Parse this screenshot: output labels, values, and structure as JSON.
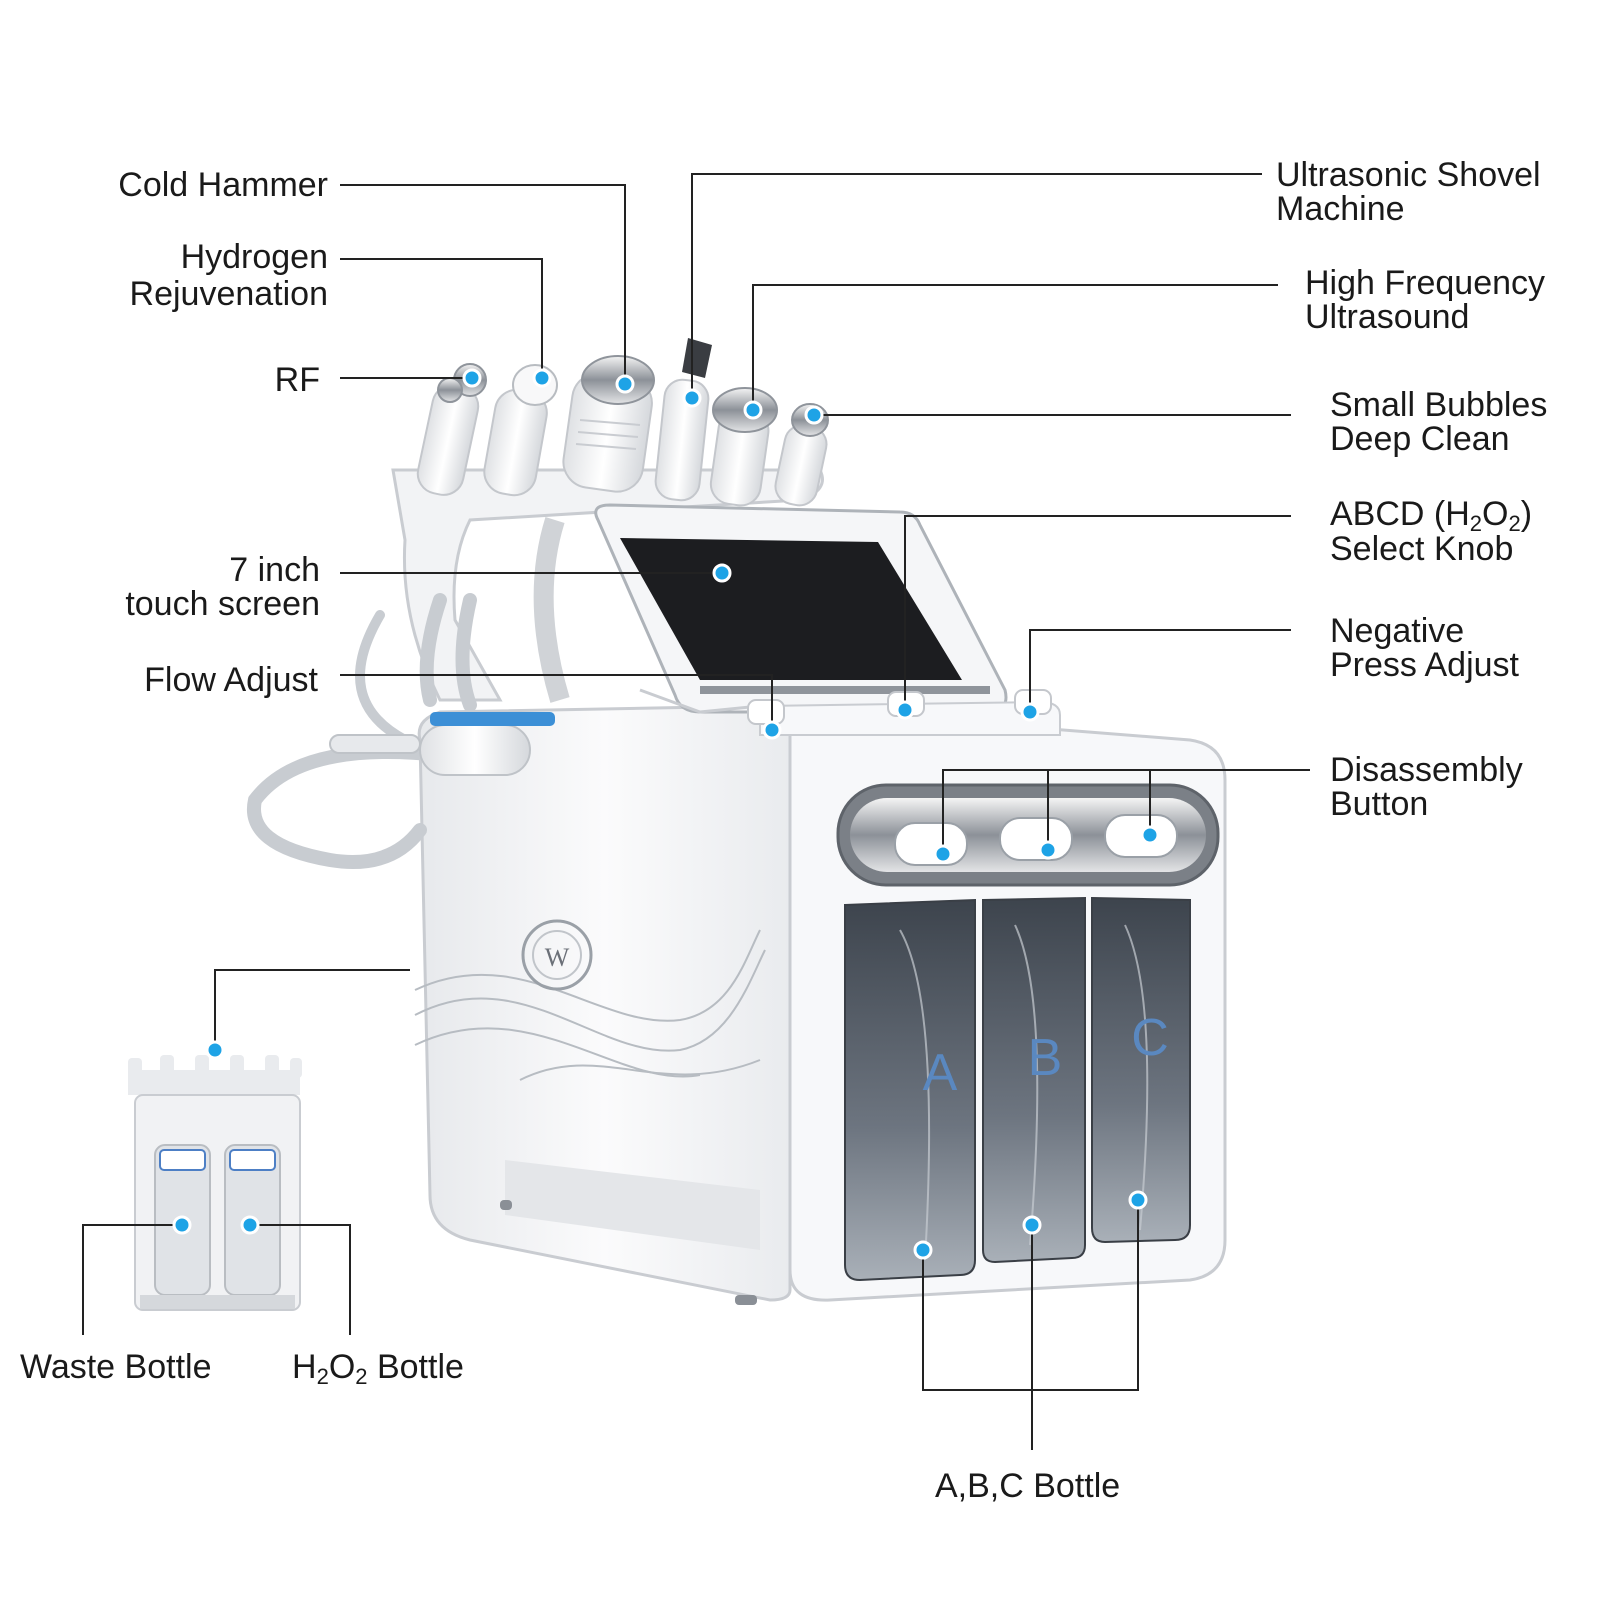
{
  "labels": {
    "cold_hammer": "Cold Hammer",
    "hydrogen_1": "Hydrogen",
    "hydrogen_2": "Rejuvenation",
    "rf": "RF",
    "touch_1": "7 inch",
    "touch_2": "touch screen",
    "flow_adjust": "Flow Adjust",
    "ultrasonic_1": "Ultrasonic Shovel",
    "ultrasonic_2": "Machine",
    "hf_1": "High Frequency",
    "hf_2": "Ultrasound",
    "bubbles_1": "Small Bubbles",
    "bubbles_2": "Deep Clean",
    "abcd_pre": "ABCD (H",
    "abcd_sub1": "2",
    "abcd_mid": "O",
    "abcd_sub2": "2",
    "abcd_post": ")",
    "abcd_2": "Select Knob",
    "negative_1": "Negative",
    "negative_2": "Press Adjust",
    "disassembly_1": "Disassembly",
    "disassembly_2": "Button",
    "waste_bottle": "Waste Bottle",
    "h2o2_pre": "H",
    "h2o2_sub1": "2",
    "h2o2_mid": "O",
    "h2o2_sub2": "2",
    "h2o2_post": " Bottle",
    "abc_bottle": "A,B,C Bottle"
  },
  "device_print": {
    "letter_a": "A",
    "letter_b": "B",
    "letter_c": "C",
    "logo": "W"
  },
  "colors": {
    "marker_fill": "#1ea3e6",
    "marker_ring": "#ffffff",
    "leader_line": "#222222",
    "body": "#f4f5f7",
    "bottle_glass": "#5b6470"
  }
}
